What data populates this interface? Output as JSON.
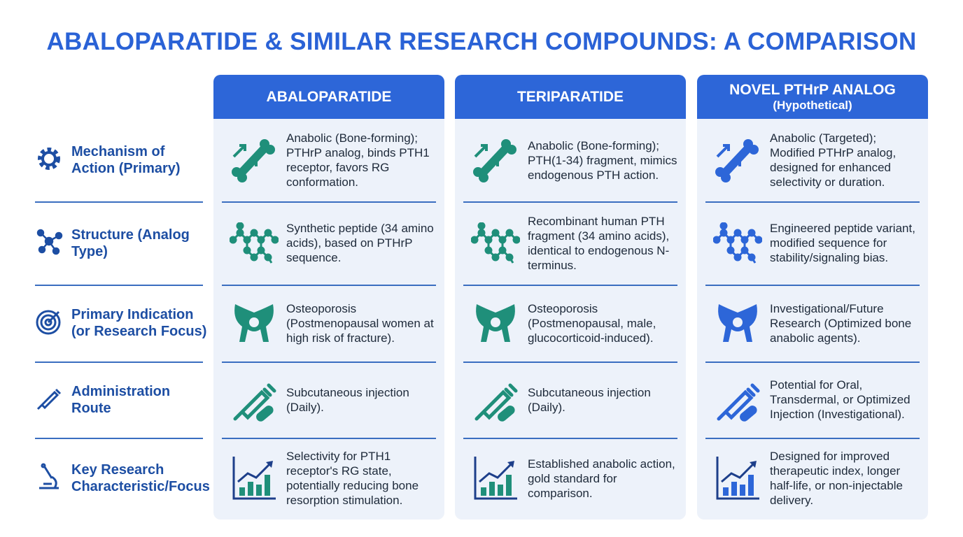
{
  "title": "ABALOPARATIDE & SIMILAR RESEARCH COMPOUNDS: A COMPARISON",
  "rows": [
    {
      "label": "Mechanism of Action (Primary)",
      "icon": "gear-icon"
    },
    {
      "label": "Structure (Analog Type)",
      "icon": "molecule-icon"
    },
    {
      "label": "Primary Indication (or Research Focus)",
      "icon": "target-icon"
    },
    {
      "label": "Administration Route",
      "icon": "syringe-icon"
    },
    {
      "label": "Key Research Characteristic/Focus",
      "icon": "microscope-icon"
    }
  ],
  "columns": [
    {
      "name": "ABALOPARATIDE",
      "subtitle": "",
      "color": "#1f8f7a",
      "cells": [
        "Anabolic (Bone-forming); PTHrP analog, binds PTH1 receptor, favors RG conformation.",
        "Synthetic peptide (34 amino acids), based on PTHrP sequence.",
        "Osteoporosis (Postmenopausal women at high risk of fracture).",
        "Subcutaneous injection (Daily).",
        "Selectivity for PTH1 receptor's RG state, potentially reducing bone resorption stimulation."
      ]
    },
    {
      "name": "TERIPARATIDE",
      "subtitle": "",
      "color": "#1f8f7a",
      "cells": [
        "Anabolic (Bone-forming); PTH(1-34) fragment, mimics endogenous PTH action.",
        "Recombinant human PTH fragment (34 amino acids), identical to endogenous N-terminus.",
        "Osteoporosis (Postmenopausal, male, glucocorticoid-induced).",
        "Subcutaneous injection (Daily).",
        "Established anabolic action, gold standard for comparison."
      ]
    },
    {
      "name": "NOVEL PTHrP ANALOG",
      "subtitle": "(Hypothetical)",
      "color": "#2d66d8",
      "cells": [
        "Anabolic (Targeted); Modified PTHrP analog, designed for enhanced selectivity or duration.",
        "Engineered peptide variant, modified sequence for stability/signaling bias.",
        "Investigational/Future Research (Optimized bone anabolic agents).",
        "Potential for Oral, Transdermal, or Optimized Injection (Investigational).",
        "Designed for improved therapeutic index, longer half-life, or non-injectable delivery."
      ]
    }
  ]
}
